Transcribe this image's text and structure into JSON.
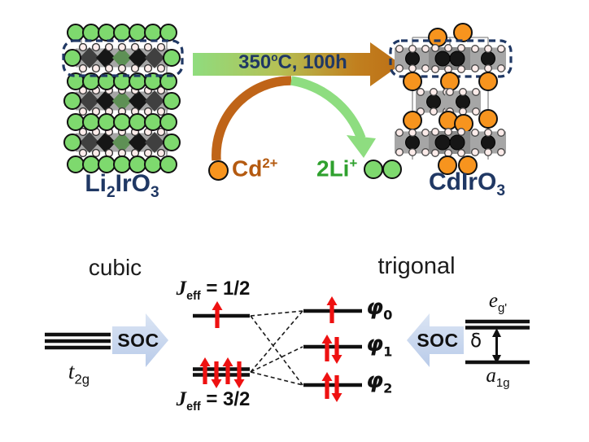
{
  "colors": {
    "navy": "#203864",
    "li_green": "#7ed96e",
    "cd_orange": "#f7941e",
    "o_pink": "#fdecea",
    "ir_black": "#161616",
    "octa_gray": "#a6a6a6",
    "octa_dark": "#8b8b8b",
    "brown_text": "#b45a10",
    "arc_brown": "#bf6418",
    "arc_green": "#8edd80",
    "green_text": "#2fa12e",
    "soc_a": "#dbe5f4",
    "soc_b": "#b9cbe9",
    "red": "#ee1111",
    "grad_a": "#8fdc7e",
    "grad_b": "#b6c054",
    "grad_c": "#bd6f16"
  },
  "top": {
    "left_label": {
      "p1": "Li",
      "s1": "2",
      "p2": "IrO",
      "s2": "3"
    },
    "right_label": {
      "p1": "CdIrO",
      "s1": "3"
    },
    "arrow_label": {
      "p1": "350",
      "sup": "o",
      "p2": "C, 100h"
    },
    "cd_ion": {
      "p1": "Cd",
      "sup": "2+"
    },
    "li_ion": {
      "p1": "2Li",
      "sup": "+"
    }
  },
  "diagram": {
    "left_title": "cubic",
    "right_title": "trigonal",
    "soc": "SOC",
    "t2g": {
      "base": "t",
      "sub": "2g"
    },
    "jeff_half": {
      "base": "J",
      "sub": "eff",
      "eq": " = 1/2"
    },
    "jeff_three_halves": {
      "base": "J",
      "sub": "eff",
      "eq": " = 3/2"
    },
    "phi0": {
      "base": "φ",
      "sub": "0"
    },
    "phi1": {
      "base": "φ",
      "sub": "1"
    },
    "phi2": {
      "base": "φ",
      "sub": "2"
    },
    "eg": {
      "base": "e",
      "sub": "g'"
    },
    "a1g": {
      "base": "a",
      "sub": "1g"
    },
    "delta": "δ",
    "occupations": {
      "jeff_half": "↑",
      "jeff_three_halves": "↑↓↑↓",
      "phi0": "↑",
      "phi1": "↑↓",
      "phi2": "↑↓"
    }
  }
}
